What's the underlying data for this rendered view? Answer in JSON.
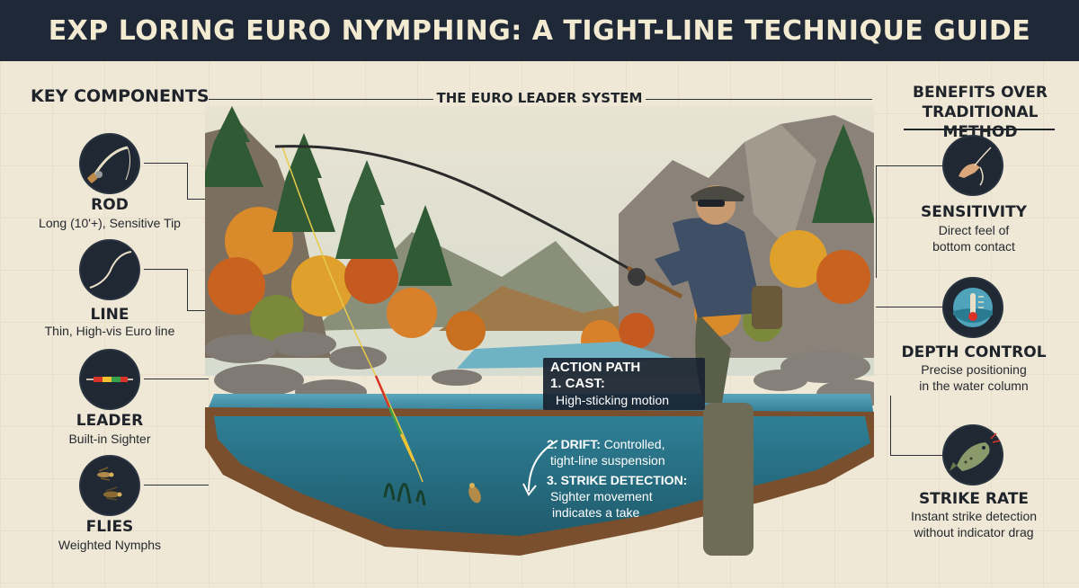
{
  "title": "EXP LORING EURO NYMPHING: A TIGHT-LINE TECHNIQUE GUIDE",
  "left_panel": {
    "heading": "KEY COMPONENTS",
    "items": [
      {
        "title": "ROD",
        "desc": "Long (10'+), Sensitive Tip",
        "icon": "rod-icon"
      },
      {
        "title": "LINE",
        "desc": "Thin, High-vis Euro line",
        "icon": "line-icon"
      },
      {
        "title": "LEADER",
        "desc": "Built-in Sighter",
        "icon": "leader-icon"
      },
      {
        "title": "FLIES",
        "desc": "Weighted Nymphs",
        "icon": "flies-icon"
      }
    ]
  },
  "center": {
    "heading": "THE EURO LEADER SYSTEM",
    "action_path": {
      "heading": "ACTION PATH",
      "step1_title": "1. CAST:",
      "step1_desc": "High-sticking motion",
      "step2_title": "2. DRIFT:",
      "step2_desc_a": "Controlled,",
      "step2_desc_b": "tight-line suspension",
      "step3_title": "3. STRIKE DETECTION:",
      "step3_desc_a": "Sighter movement",
      "step3_desc_b": "indicates a take"
    }
  },
  "right_panel": {
    "heading_line1": "BENEFITS OVER",
    "heading_line2": "TRADITIONAL METHOD",
    "items": [
      {
        "title": "SENSITIVITY",
        "desc_a": "Direct feel of",
        "desc_b": "bottom contact",
        "icon": "hand-line-icon"
      },
      {
        "title": "DEPTH CONTROL",
        "desc_a": "Precise positioning",
        "desc_b": "in the water column",
        "icon": "depth-gauge-icon"
      },
      {
        "title": "STRIKE RATE",
        "desc_a": "Instant strike detection",
        "desc_b": "without indicator drag",
        "icon": "trout-icon"
      }
    ]
  },
  "colors": {
    "title_bar": "#1e2836",
    "paper": "#efe8d6",
    "water": "#3f8fa8",
    "sighter_red": "#d8322a",
    "sighter_yellow": "#f2c230",
    "sighter_green": "#3aa14a"
  }
}
